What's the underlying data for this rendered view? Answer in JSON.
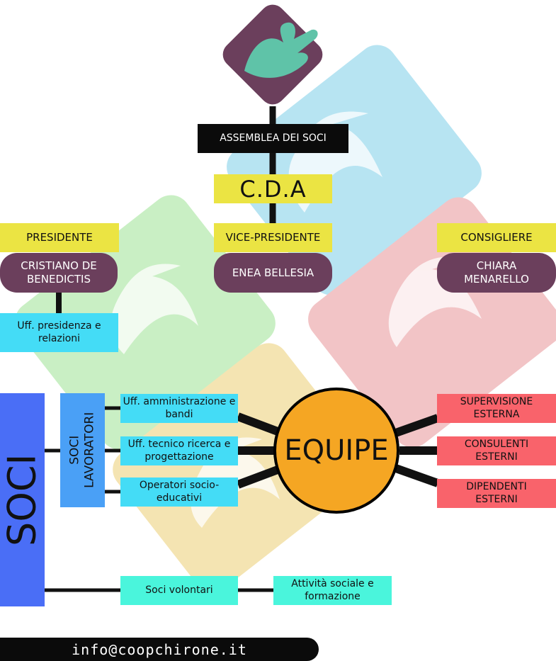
{
  "colors": {
    "accent_purple": "#6b3f5c",
    "title_yellow": "#ebe443",
    "office_cyan": "#44dcf6",
    "volunteer_mint": "#4af5dc",
    "external_red": "#f9636b",
    "soci_blue": "#4a6ef6",
    "lavoratori_blue": "#4aa0f6",
    "equipe_orange": "#f5a623"
  },
  "top": {
    "logo_icon": "hand-icon",
    "assemblea": "ASSEMBLEA DEI SOCI",
    "cda": "C.D.A"
  },
  "board": {
    "presidente": {
      "role": "PRESIDENTE",
      "name": "CRISTIANO DE BENEDICTIS"
    },
    "vice": {
      "role": "VICE-PRESIDENTE",
      "name": "ENEA BELLESIA"
    },
    "consigliere": {
      "role": "CONSIGLIERE",
      "name": "CHIARA MENARELLO"
    }
  },
  "presidency_office": "Uff. presidenza e relazioni",
  "soci": "SOCI",
  "soci_lavoratori": "SOCI LAVORATORI",
  "offices": [
    "Uff. amministrazione e bandi",
    "Uff. tecnico ricerca e progettazione",
    "Operatori socio-educativi"
  ],
  "equipe": "EQUIPE",
  "external": [
    "SUPERVISIONE ESTERNA",
    "CONSULENTI ESTERNI",
    "DIPENDENTI ESTERNI"
  ],
  "volunteers": "Soci volontari",
  "volunteer_activity": "Attività sociale e formazione",
  "email": "info@coopchirone.it"
}
